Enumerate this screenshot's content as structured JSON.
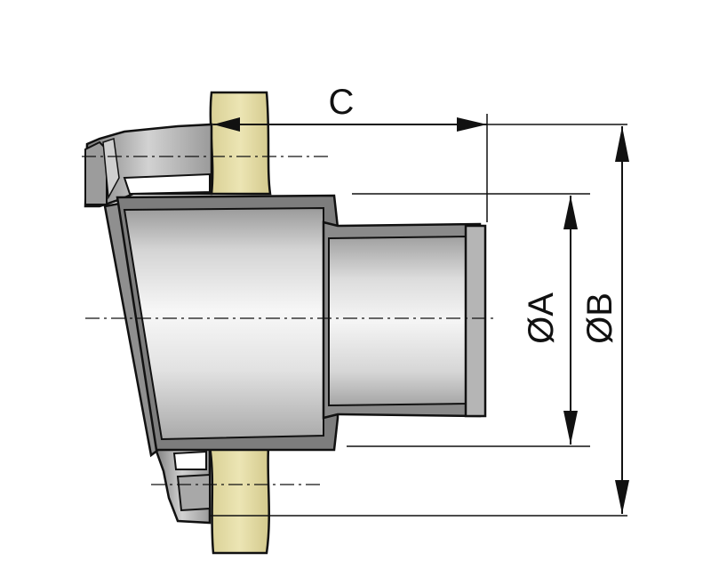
{
  "diagram": {
    "labels": {
      "c": "C",
      "dia_a": "ØA",
      "dia_b": "ØB"
    },
    "colors": {
      "wall": "#e7dfa8",
      "metal_light": "#f2f2f2",
      "metal_mid": "#c9c9c9",
      "metal_dark": "#8d8d8d",
      "outline": "#111111"
    }
  }
}
